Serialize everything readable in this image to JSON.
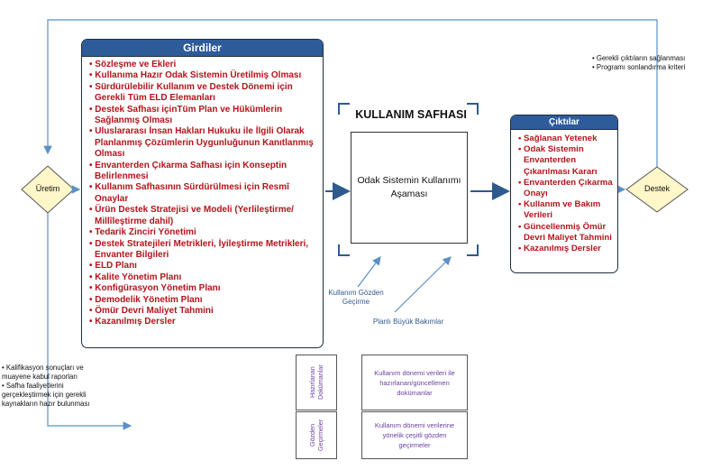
{
  "girdiler": {
    "title": "Girdiler",
    "items": [
      "Sözleşme ve Ekleri",
      "Kullanıma Hazır Odak Sistemin Üretilmiş Olması",
      "Sürdürülebilir Kullanım ve Destek Dönemi için Gerekli Tüm ELD Elemanları",
      "Destek Safhası içinTüm Plan ve Hükümlerin Sağlanmış Olması",
      "Uluslararası İnsan Hakları Hukuku ile İlgili Olarak Planlanmış Çözümlerin Uygunluğunun Kanıtlanmış Olması",
      "Envanterden Çıkarma Safhası için Konseptin Belirlenmesi",
      "Kullanım Safhasının Sürdürülmesi için Resmî Onaylar",
      "Ürün Destek Stratejisi ve Modeli (Yerlileştirme/ Millîleştirme dahil)",
      "Tedarik Zinciri Yönetimi",
      "Destek Stratejileri Metrikleri, İyileştirme Metrikleri, Envanter Bilgileri",
      "ELD Planı",
      "Kalite Yönetim Planı",
      "Konfigürasyon Yönetim Planı",
      "Demodelik Yönetim Planı",
      "Ömür Devri Maliyet Tahmini",
      "Kazanılmış Dersler"
    ]
  },
  "center": {
    "title": "KULLANIM SAFHASI",
    "box_text": "Odak Sistemin Kullanımı Aşaması"
  },
  "ciktilar": {
    "title": "Çıktılar",
    "items": [
      "Sağlanan Yetenek",
      "Odak Sistemin Envanterden Çıkarılması Kararı",
      "Envanterden Çıkarma Onayı",
      "Kullanım ve Bakım Verileri",
      "Güncellenmiş Ömür Devri Maliyet Tahmini",
      "Kazanılmış Dersler"
    ]
  },
  "uretim": "Üretim",
  "destek": "Destek",
  "top_right_notes": [
    "Gerekli çıktıların sağlanması",
    "Programı sonlandırma kriteri"
  ],
  "bottom_left_notes": [
    "Kalifikasyon sonuçları ve muayene kabul raporları",
    "Safha faaliyetlerini gerçekleştirmek için gerekli kaynakların hazır bulunması"
  ],
  "feedback": {
    "kullanim": "Kullanım Gözden Geçirme",
    "bakim": "Planlı Büyük Bakımlar"
  },
  "legend": {
    "hazirlanan": "Hazırlanan Dokümanlar",
    "hazirlanan_desc": "Kullanım dönemi verileri ile hazırlanan/güncellenen dokümanlar",
    "gozden": "Gözden Geçirmeler",
    "gozden_desc": "Kullanım dönemi verilerine yönelik çeşitli gözden geçirmeler"
  }
}
